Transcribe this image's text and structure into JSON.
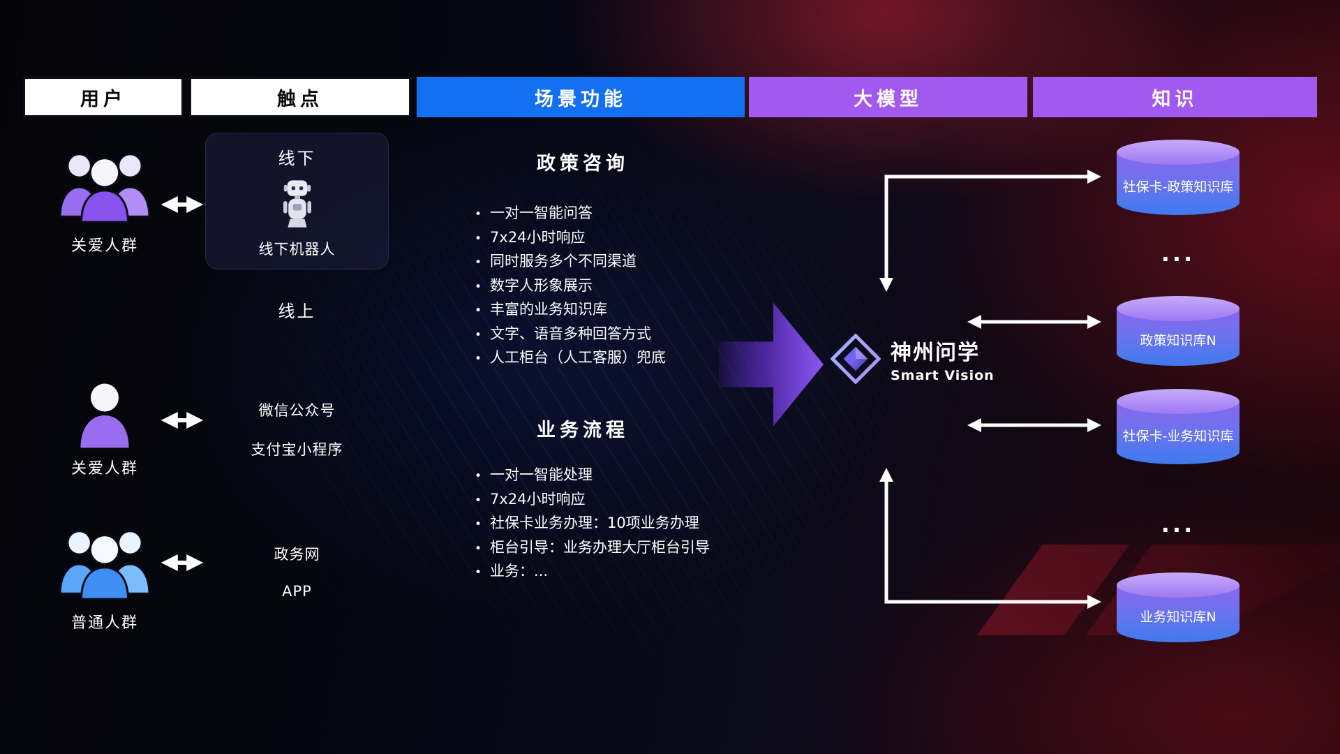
{
  "header": {
    "columns": [
      {
        "label": "用户"
      },
      {
        "label": "触点"
      },
      {
        "label": "场景功能"
      },
      {
        "label": "大模型"
      },
      {
        "label": "知识"
      }
    ]
  },
  "users": [
    {
      "label": "关爱人群"
    },
    {
      "label": "关爱人群"
    },
    {
      "label": "普通人群"
    }
  ],
  "touchpoints": {
    "offline": {
      "title": "线下",
      "robot_label": "线下机器人"
    },
    "online": {
      "title": "线上",
      "items": [
        "微信公众号",
        "支付宝小程序"
      ]
    },
    "gov": {
      "items": [
        "政务网",
        "APP"
      ]
    }
  },
  "scenario": {
    "policy": {
      "title": "政策咨询",
      "items": [
        "一对一智能问答",
        "7x24小时响应",
        "同时服务多个不同渠道",
        "数字人形象展示",
        "丰富的业务知识库",
        "文字、语音多种回答方式",
        "人工柜台（人工客服）兜底"
      ]
    },
    "business": {
      "title": "业务流程",
      "items": [
        "一对一智能处理",
        "7x24小时响应",
        "社保卡业务办理：10项业务办理",
        "柜台引导：业务办理大厅柜台引导",
        "业务：..."
      ]
    }
  },
  "model": {
    "brand": "神州问学",
    "brand_sub": "Smart Vision"
  },
  "knowledge": {
    "items": [
      {
        "type": "database",
        "label": "社保卡-政策知识库"
      },
      {
        "type": "ellipsis",
        "label": "..."
      },
      {
        "type": "database",
        "label": "政策知识库N"
      },
      {
        "type": "database",
        "label": "社保卡-业务知识库"
      },
      {
        "type": "ellipsis",
        "label": "..."
      },
      {
        "type": "database",
        "label": "业务知识库N"
      }
    ]
  },
  "colors": {
    "header_blue": "#1470f2",
    "header_purple": "#a259f0",
    "accent_purple": "#8b5cf6",
    "db_gradient_top": "#b18cf5",
    "db_gradient_bottom": "#3e7bee",
    "arrow_white": "#ffffff"
  }
}
